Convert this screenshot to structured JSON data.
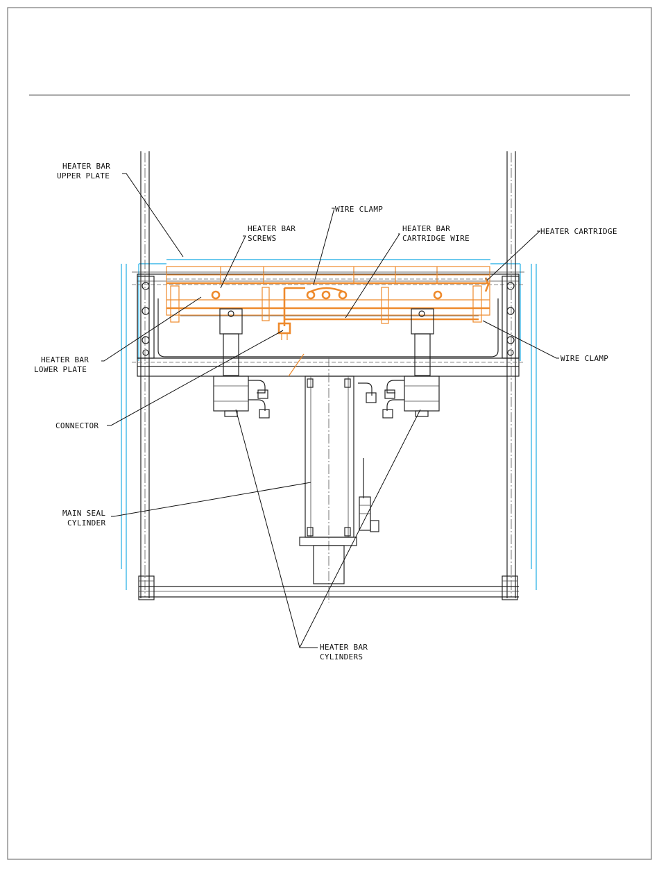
{
  "colors": {
    "frame": "#222222",
    "heater_highlight": "#ee8a2c",
    "outline_cyan": "#3fb8e8",
    "page_border": "#777777"
  },
  "callouts": {
    "upper_plate": [
      "HEATER BAR",
      "UPPER PLATE"
    ],
    "screws": [
      "HEATER BAR",
      "SCREWS"
    ],
    "wire_clamp_top": [
      "WIRE CLAMP"
    ],
    "cartridge_wire": [
      "HEATER BAR",
      "CARTRIDGE WIRE"
    ],
    "heater_cartridge": [
      "HEATER CARTRIDGE"
    ],
    "lower_plate": [
      "HEATER BAR",
      "LOWER PLATE"
    ],
    "wire_clamp_right": [
      "WIRE CLAMP"
    ],
    "connector": [
      "CONNECTOR"
    ],
    "main_seal": [
      "MAIN SEAL",
      "CYLINDER"
    ],
    "cylinders": [
      "HEATER BAR",
      "CYLINDERS"
    ]
  }
}
